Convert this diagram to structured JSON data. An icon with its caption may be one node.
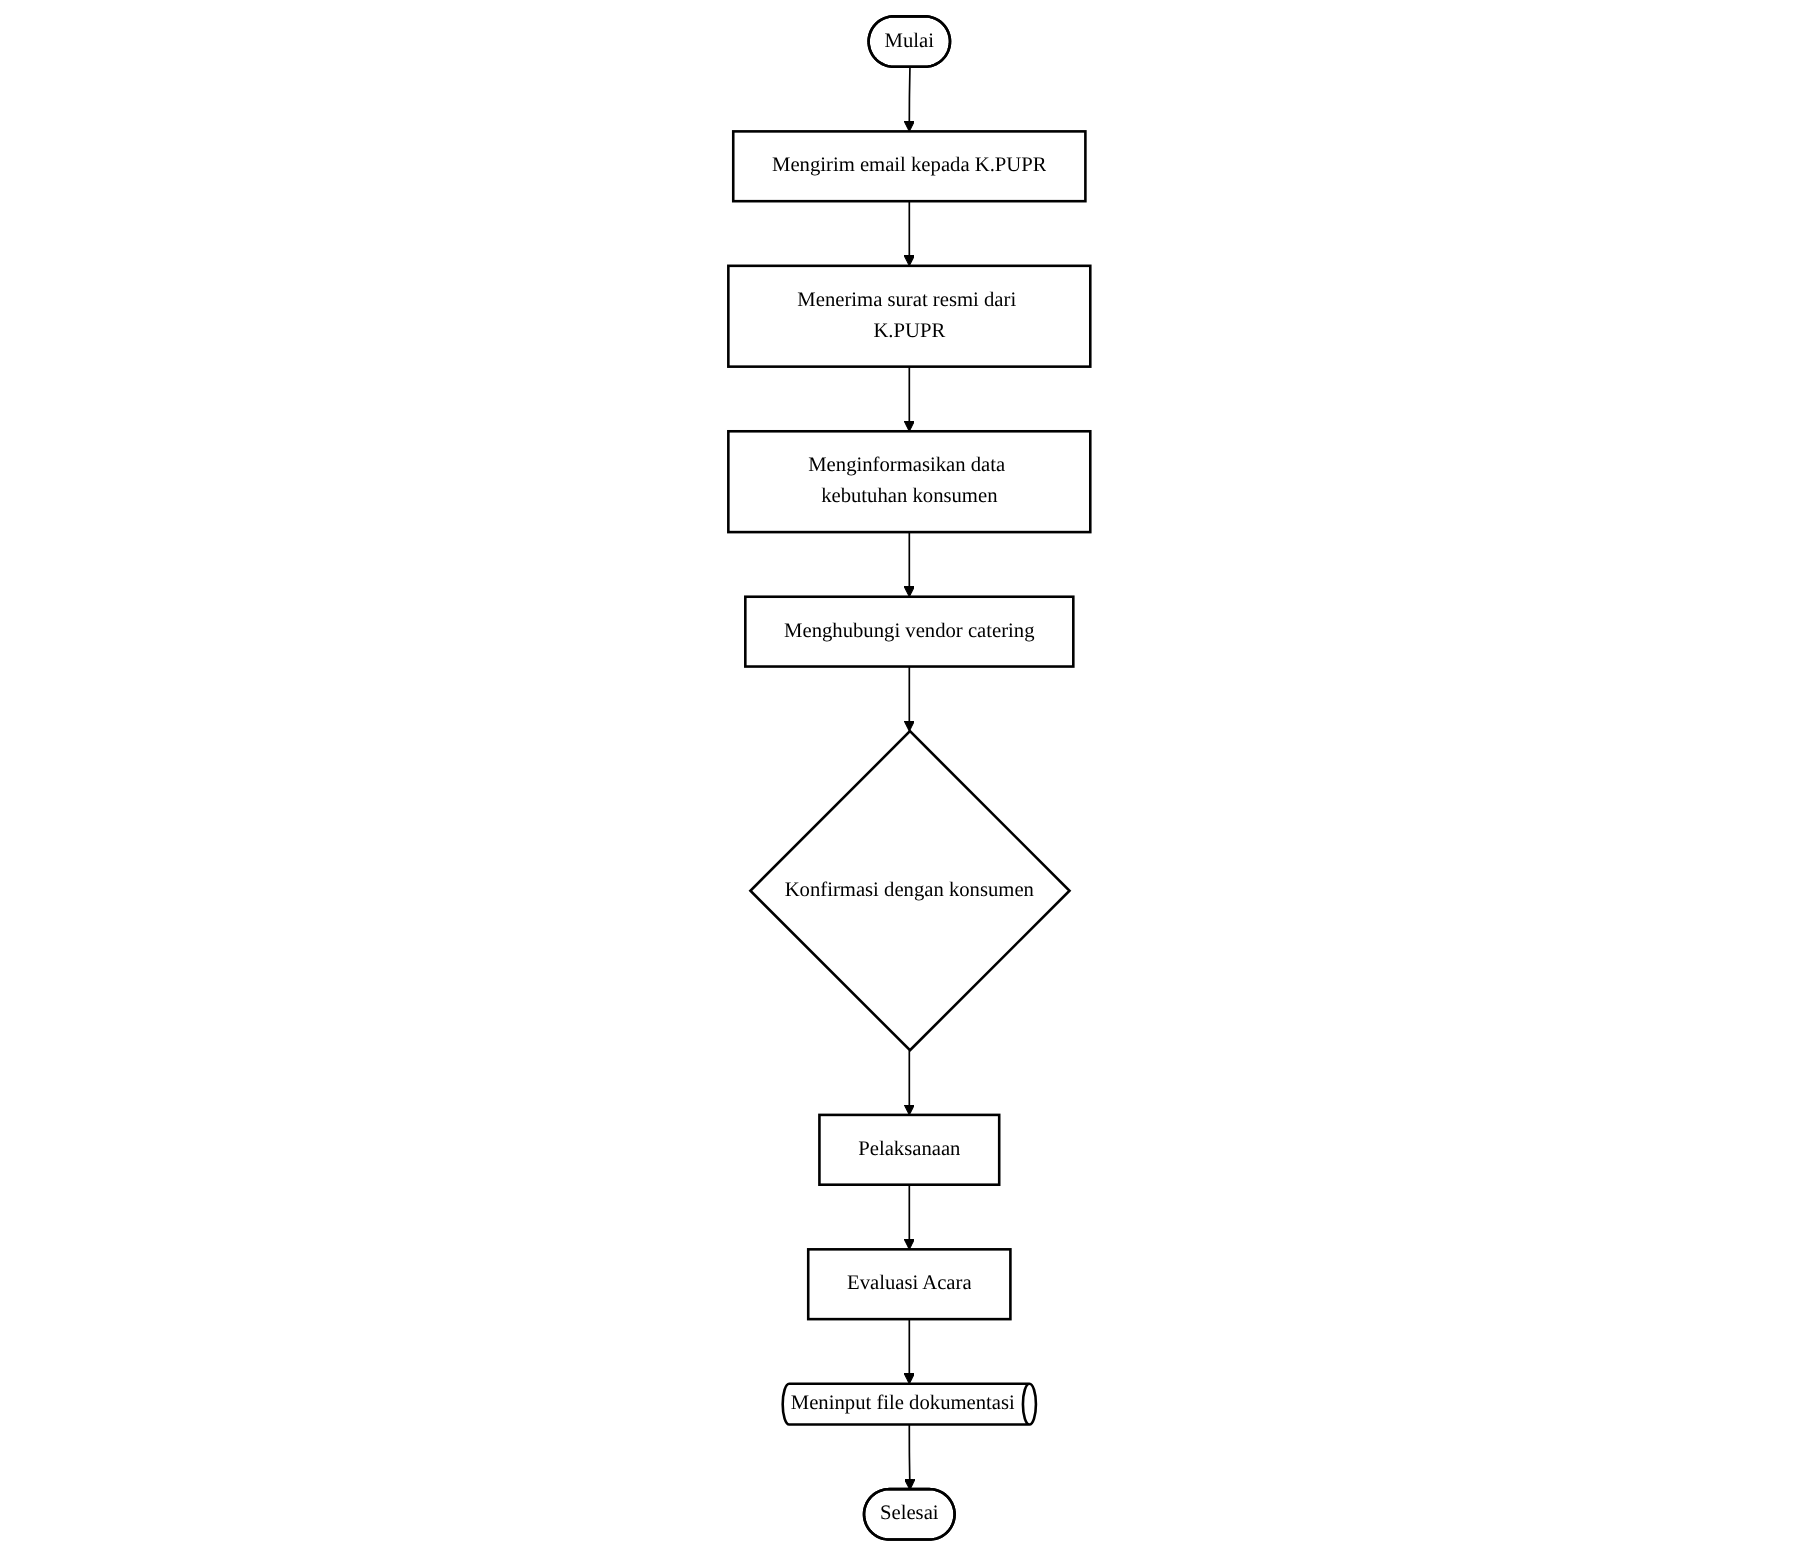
{
  "diagram": {
    "nodes": [
      {
        "text": [
          "Mulai"
        ]
      },
      {
        "text": [
          "Mengirim email kepada K.PUPR"
        ]
      },
      {
        "text": [
          "Menerima surat resmi dari K.PUPR"
        ]
      },
      {
        "text": [
          "Menginformasikan data kebutuhan konsumen"
        ]
      },
      {
        "text": [
          "Menghubungi vendor catering"
        ]
      },
      {
        "text": [
          "Konfirmasi dengan konsumen"
        ]
      },
      {
        "text": [
          "Pelaksanaan"
        ]
      },
      {
        "text": [
          "Evaluasi Acara"
        ]
      },
      {
        "text": [
          "Meninput file dokumentasi"
        ]
      },
      {
        "text": [
          "Selesai"
        ]
      }
    ],
    "edges": [
      {
        "from": 0,
        "to": 1,
        "arrow": "to"
      },
      {
        "from": 1,
        "to": 2,
        "arrow": "to"
      },
      {
        "from": 2,
        "to": 3,
        "arrow": "to"
      },
      {
        "from": 3,
        "to": 4,
        "arrow": "to"
      },
      {
        "from": 4,
        "to": 5,
        "arrow": "to"
      },
      {
        "from": 5,
        "to": 6,
        "arrow": "to"
      },
      {
        "from": 6,
        "to": 7,
        "arrow": "to"
      },
      {
        "from": 7,
        "to": 8,
        "arrow": "to"
      },
      {
        "from": 8,
        "to": 9,
        "arrow": "to"
      }
    ]
  }
}
